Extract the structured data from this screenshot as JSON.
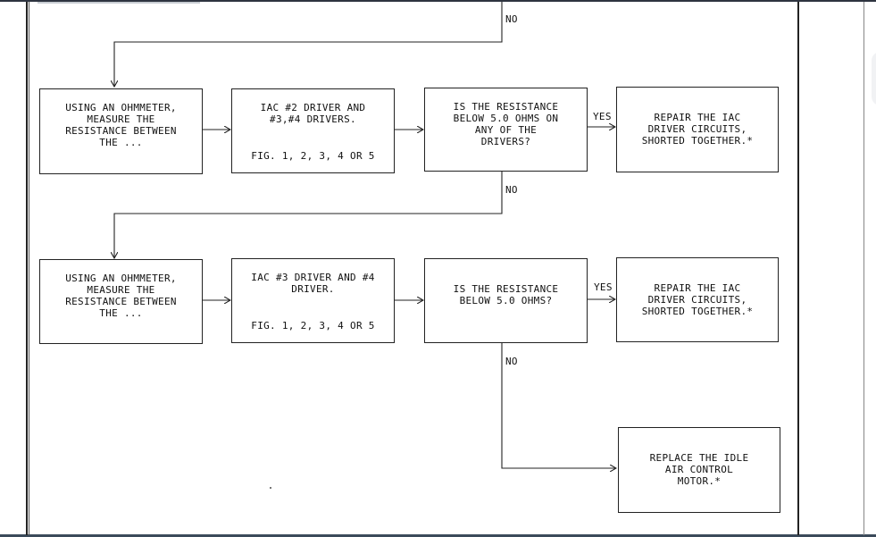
{
  "boxes": {
    "r1_c1": {
      "text": "USING AN OHMMETER,\nMEASURE THE\nRESISTANCE BETWEEN\nTHE ..."
    },
    "r1_c2": {
      "line1": "IAC #2 DRIVER AND\n#3,#4 DRIVERS.",
      "line2": "FIG. 1, 2, 3, 4 OR 5"
    },
    "r1_c3": {
      "text": "IS THE RESISTANCE\nBELOW 5.0 OHMS ON\nANY OF THE\nDRIVERS?"
    },
    "r1_c4": {
      "text": "REPAIR THE IAC\nDRIVER CIRCUITS,\nSHORTED TOGETHER.*"
    },
    "r2_c1": {
      "text": "USING AN OHMMETER,\nMEASURE THE\nRESISTANCE BETWEEN\nTHE ..."
    },
    "r2_c2": {
      "line1": "IAC #3 DRIVER AND #4\nDRIVER.",
      "line2": "FIG. 1, 2, 3, 4 OR 5"
    },
    "r2_c3": {
      "text": "IS THE RESISTANCE\nBELOW 5.0 OHMS?"
    },
    "r2_c4": {
      "text": "REPAIR THE IAC\nDRIVER CIRCUITS,\nSHORTED TOGETHER.*"
    },
    "r3_c4": {
      "text": "REPLACE THE IDLE\nAIR CONTROL\nMOTOR.*"
    }
  },
  "labels": {
    "no_top": "NO",
    "no_mid": "NO",
    "no_bottom": "NO",
    "yes_1": "YES",
    "yes_2": "YES"
  }
}
